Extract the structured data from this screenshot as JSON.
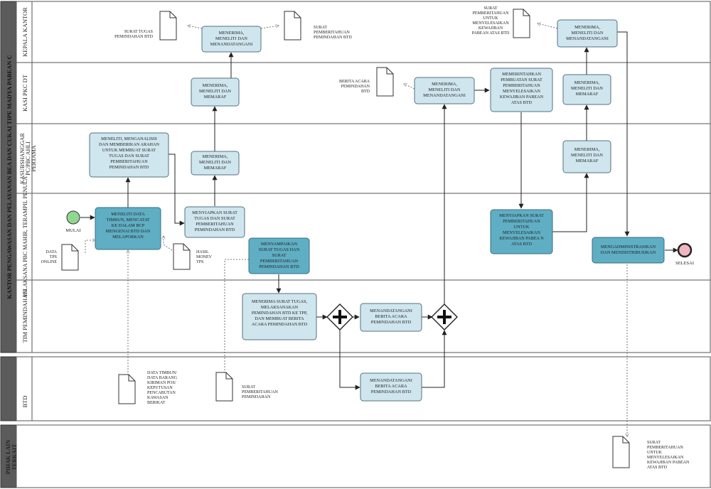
{
  "pools": {
    "main_title": "KANTOR PENGAWASAN DAN PELAYANAN BEA DAN CUKAI TIPE MADYA PABEAN C",
    "btd": "BTD",
    "pihak": "PIHAK LAIN TERKAIT"
  },
  "lanes": {
    "l1": "KEPALA KANTOR",
    "l2": "KASI PKC DT",
    "l3": "KASUBSHANGGAR PC/PBC AHLI PERTAMA",
    "l4": "PELAKSANA PBC MAHIR, TERAMPIL PENULA",
    "l5": "TIM PEMINDAHAN"
  },
  "tasks": {
    "k1": [
      "MENERIMA,",
      "MENELITI DAN",
      "MENANDATANGANI"
    ],
    "k2": [
      "MENERIMA,",
      "MENELITI DAN",
      "MENANDATANGANI"
    ],
    "s1": [
      "MENERIMA,",
      "MENELITI DAN",
      "MEMARAF"
    ],
    "s2": [
      "MENERIMA,",
      "MENELITI DAN",
      "MENANDATANGANI"
    ],
    "s3": [
      "MEMERINTAHKAN",
      "PEMBUATAN SURAT",
      "PEMBERITAHUAN",
      "MENYELESAIKAN",
      "KEWAJIBAN PABEAN",
      "ATAS BTD"
    ],
    "s4": [
      "MENERIMA,",
      "MENELITI DAN",
      "MEMARAF"
    ],
    "a1": [
      "MENELITI, MENGANALISIS",
      "DAN MEMBERIKAN ARAHAN",
      "UNTUK MEMBUAT SURAT",
      "TUGAS DAN SURAT",
      "PEMBERITAHUAN",
      "PEMINDAHAN BTD"
    ],
    "a2": [
      "MENERIMA,",
      "MENELITI DAN",
      "MEMARAF"
    ],
    "a3": [
      "MENERIMA,",
      "MENELITI DAN",
      "MEMARAF"
    ],
    "p1": [
      "MENELITI DATA",
      "TIMBUN, MENCATAT",
      "KE DALAM BCP",
      "MENGENAI BTD DAN",
      "MELAPORKAN"
    ],
    "p2": [
      "MENYIAPKAN SURAT",
      "TUGAS DAN SURAT",
      "PEMBERITAHUAN",
      "PEMINDAHAN BTD"
    ],
    "p3": [
      "MENYAMPAIKAN",
      "SURAT TUGAS DAN",
      "SURAT",
      "PEMBERITAHUAN",
      "PEMINDAHAN BTD"
    ],
    "p4": [
      "MENYIAPKAN SURAT",
      "PEMBERITAHUAN",
      "UNTUK",
      "MENYELESAIKAN",
      "KEWAJIBAN PABEA N",
      "ATAS BTD"
    ],
    "p5": [
      "MENGADMINISTRASIKAN",
      "DAN MENDISTRIBUSIKAN"
    ],
    "t1": [
      "MENERIMA SURAT TUGAS,",
      "MELAKSANAKAN",
      "PEMINDAHAN BTD KE TPP,",
      "DAN MEMBUAT BERITA",
      "ACARA PEMINDAHAN BTD"
    ],
    "t2": [
      "MENANDATANGANI",
      "BERITA ACARA",
      "PEMINDAHAN BTD"
    ],
    "b1": [
      "MENANDATANGANI",
      "BERITA ACARA",
      "PEMINDAHAN BTD"
    ]
  },
  "events": {
    "start": "MULAI",
    "end": "SELESAI"
  },
  "docs": {
    "d1": [
      "SURAT TUGAS",
      "PEMINDAHAN BTD"
    ],
    "d2": [
      "SURAT",
      "PEMBERITAHUAN",
      "PEMINDAHAN BTD"
    ],
    "d3": [
      "SURAT",
      "PEMBERITAHUAN",
      "UNTUK",
      "MENYELESAIKAN",
      "KEWAJIBAN",
      "PABEAN ATAS BTD"
    ],
    "d4": [
      "BERITA ACARA",
      "PEMINDAHAN",
      "BTD"
    ],
    "d5": [
      "DATA",
      "TPS",
      "ONLINE"
    ],
    "d6": [
      "HASIL",
      "MONEV",
      "TPS"
    ],
    "d7": [
      "DATA TIMBUN/",
      "DATA BARANG",
      "KIRIMAN POS/",
      "KEPUTUSAN",
      "PENCABUTAN",
      "KAWASAN",
      "BERIKAT"
    ],
    "d8": [
      "SURAT",
      "PEMBERITAHUAN",
      "PEMINDAHAN"
    ],
    "d9": [
      "SURAT",
      "PEMBERITAHUAN",
      "UNTUK",
      "MENYELESAIKAN",
      "KEWAJIBAN PABEAN",
      "ATAS BTD"
    ]
  },
  "colors": {
    "task": "#cfe6ee",
    "task_dark": "#5faec4",
    "pool_header": "#5b5b5b",
    "start": "#8fd88f",
    "end": "#f0b6c0"
  }
}
